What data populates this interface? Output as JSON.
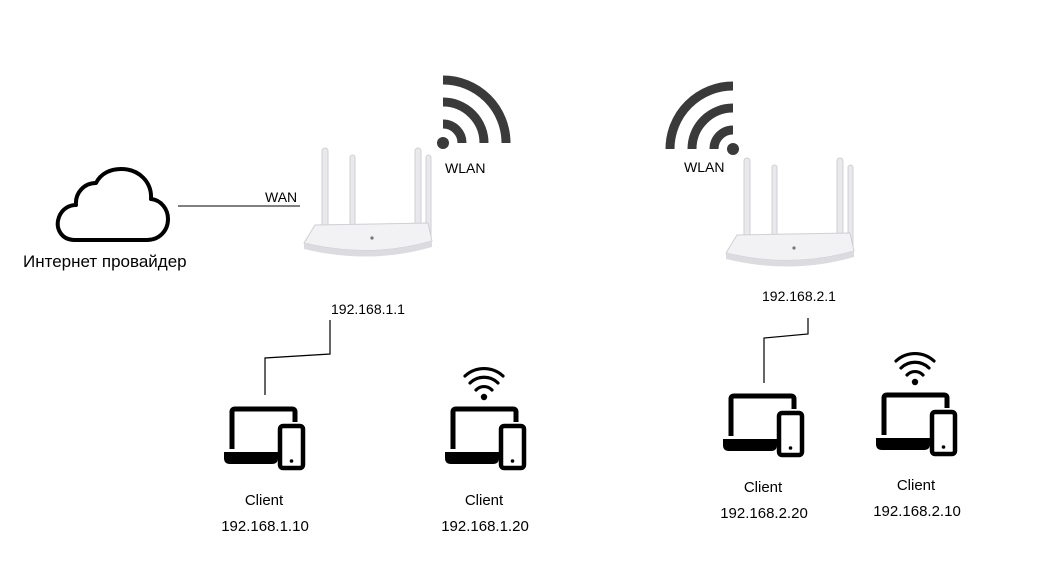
{
  "isp": {
    "label": "Интернет провайдер"
  },
  "wan": {
    "label": "WAN"
  },
  "router1": {
    "ip": "192.168.1.1",
    "wlan_label": "WLAN"
  },
  "router2": {
    "ip": "192.168.2.1",
    "wlan_label": "WLAN"
  },
  "clients": [
    {
      "label": "Client",
      "ip": "192.168.1.10",
      "connection": "wired"
    },
    {
      "label": "Client",
      "ip": "192.168.1.20",
      "connection": "wireless"
    },
    {
      "label": "Client",
      "ip": "192.168.2.20",
      "connection": "wired"
    },
    {
      "label": "Client",
      "ip": "192.168.2.10",
      "connection": "wireless"
    }
  ],
  "icons": {
    "isp": "cloud-icon",
    "routers": "router-icon",
    "wifi": "wifi-icon",
    "clients": "laptop-phone-icon"
  },
  "colors": {
    "line": "#000000",
    "wifi_large": "#3a3a3a",
    "router_body": "#f2f2f4"
  }
}
